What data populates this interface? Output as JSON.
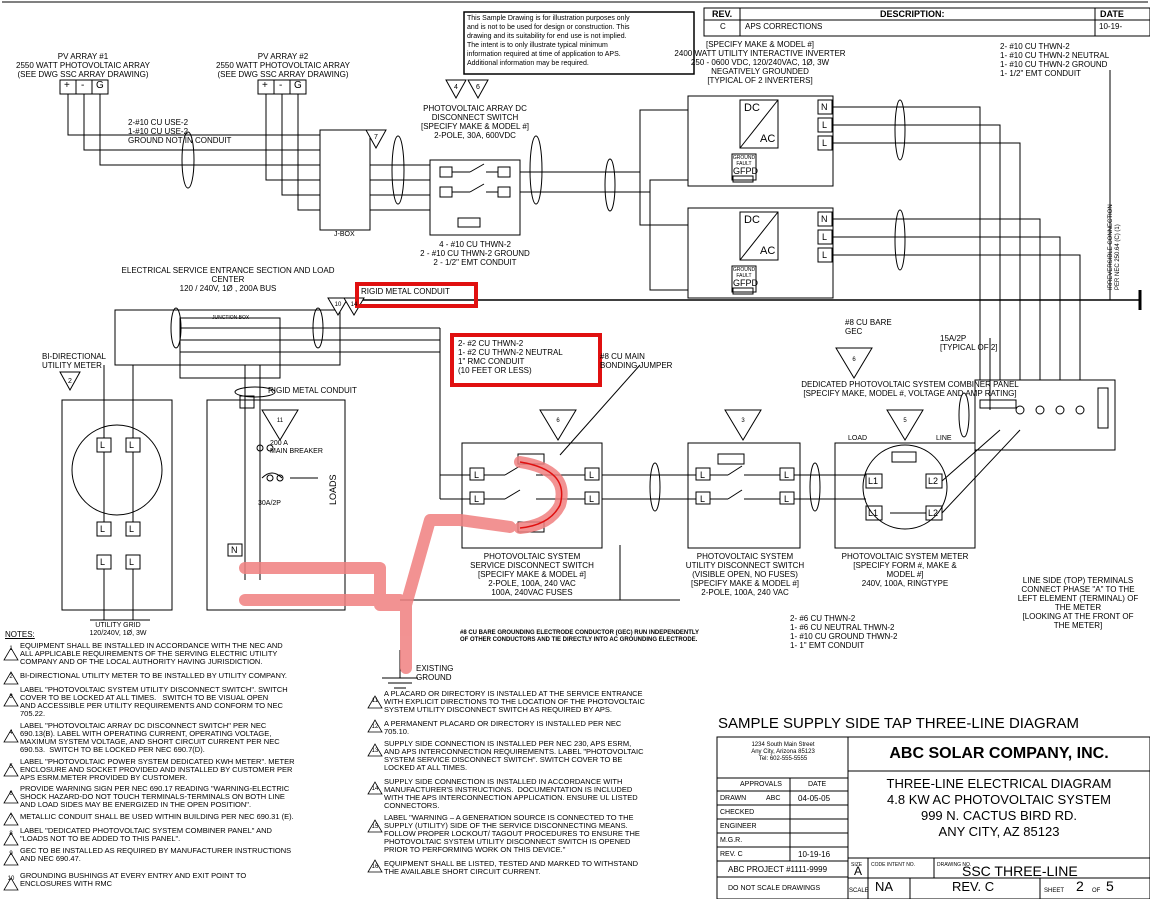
{
  "disclaimer": "This Sample Drawing is for illustration purposes only\nand is not to be used for design or construction. This\ndrawing and its suitability for end use is not implied.\nThe intent is to only illustrate typical minimum\ninformation required at time of application to APS.\nAdditional information may be required.",
  "revisions": {
    "headers": [
      "REV.",
      "DESCRIPTION:",
      "DATE"
    ],
    "rows": [
      {
        "rev": "C",
        "desc": "APS CORRECTIONS",
        "date": "10-19-"
      }
    ]
  },
  "pv_array_1": "PV ARRAY #1\n2550 WATT PHOTOVOLTAIC ARRAY\n(SEE DWG SSC ARRAY DRAWING)",
  "pv_array_2": "PV ARRAY #2\n2550 WATT PHOTOVOLTAIC ARRAY\n(SEE DWG SSC ARRAY DRAWING)",
  "terminals": {
    "plus": "+",
    "minus": "-",
    "ground": "G",
    "l": "L",
    "n": "N",
    "l1": "L1",
    "l2": "L2"
  },
  "use2_wiring": "2-#10 CU USE-2\n1-#10 CU USE-2\nGROUND NOT IN CONDUIT",
  "dc_disconnect": "PHOTOVOLTAIC ARRAY DC\nDISCONNECT SWITCH\n[SPECIFY MAKE & MODEL #]\n2-POLE, 30A, 600VDC",
  "inverter_spec": "[SPECIFY MAKE & MODEL #]\n2400 WATT UTILITY INTERACTIVE INVERTER\n250 - 0600 VDC, 120/240VAC, 1Ø, 3W\nNEGATIVELY GROUNDED\n[TYPICAL OF 2 INVERTERS]",
  "inverter_wiring": "2- #10 CU THWN-2\n1- #10 CU THWN-2 NEUTRAL\n1- #10 CU THWN-2 GROUND\n1- 1/2\" EMT CONDUIT",
  "inverter_box": {
    "dc": "DC",
    "ac": "AC",
    "ground_fault": "GROUND\nFAULT",
    "gfpd": "GFPD"
  },
  "irreversible": "IRREVERSIBLE CONNECTION\nPER NEC 250.64 (C) (1)",
  "jbox": "J-BOX",
  "thwn_wiring": "4 - #10 CU THWN-2\n2 - #10 CU THWN-2 GROUND\n2 - 1/2\" EMT CONDUIT",
  "service_entrance": "ELECTRICAL SERVICE ENTRANCE SECTION AND LOAD\nCENTER\n120 / 240V, 1Ø , 200A BUS",
  "rigid_metal_conduit": "RIGID METAL CONDUIT",
  "junction_box": "JUNCTION BOX",
  "rmc_wiring": "2- #2 CU THWN-2\n1- #2 CU THWN-2 NEUTRAL\n1\" RMC CONDUIT\n(10 FEET OR LESS)",
  "main_bonding": "#8 CU MAIN\nBONDING JUMPER",
  "gec_bare": "#8 CU BARE\nGEC",
  "breaker_15a": "15A/2P\n[TYPICAL OF 2]",
  "bidirectional_meter": "BI-DIRECTIONAL\nUTILITY METER",
  "main_breaker": "200 A\nMAIN BREAKER",
  "breaker_30a": "30A/2P",
  "loads": "LOADS",
  "combiner": "DEDICATED PHOTOVOLTAIC SYSTEM COMBINER PANEL\n[SPECIFY MAKE, MODEL #, VOLTAGE AND AMP RATING]",
  "load_label": "LOAD",
  "line_label": "LINE",
  "service_disconnect": "PHOTOVOLTAIC SYSTEM\nSERVICE DISCONNECT SWITCH\n[SPECIFY MAKE & MODEL #]\n2-POLE, 100A, 240 VAC\n100A, 240VAC FUSES",
  "utility_disconnect": "PHOTOVOLTAIC SYSTEM\nUTILITY DISCONNECT SWITCH\n(VISIBLE OPEN, NO FUSES)\n[SPECIFY MAKE & MODEL #]\n2-POLE, 100A, 240 VAC",
  "pv_meter": "PHOTOVOLTAIC SYSTEM METER\n[SPECIFY FORM #, MAKE &\nMODEL #]\n240V, 100A, RINGTYPE",
  "line_side": "LINE SIDE (TOP) TERMINALS\nCONNECT PHASE \"A\" TO THE\nLEFT ELEMENT (TERMINAL) OF\nTHE METER\n[LOOKING AT THE FRONT OF\nTHE METER]",
  "utility_grid": "UTILITY GRID\n120/240V, 1Ø, 3W",
  "gec_note": "#8 CU BARE GROUNDING ELECTRODE CONDUCTOR (GEC) RUN INDEPENDENTLY\nOF OTHER CONDUCTORS AND TIE DIRECTLY INTO AC GROUNDING ELECTRODE.",
  "neutral_wiring": "2- #6 CU THWN-2\n1- #6 CU NEUTRAL THWN-2\n1- #10 CU GROUND THWN-2\n1- 1\" EMT CONDUIT",
  "existing_ground": "EXISTING\nGROUND",
  "notes_title": "NOTES:",
  "flags": [
    "1",
    "2",
    "3",
    "4",
    "5",
    "6",
    "7",
    "8",
    "9",
    "10",
    "11",
    "12",
    "13",
    "14",
    "15",
    "16"
  ],
  "notes_left": [
    {
      "n": "1",
      "text": "EQUIPMENT SHALL BE INSTALLED IN ACCORDANCE WITH THE NEC AND\nALL APPLICABLE REQUIREMENTS OF THE SERVING ELECTRIC UTILITY\nCOMPANY AND OF THE LOCAL AUTHORITY HAVING JURISDICTION."
    },
    {
      "n": "2",
      "text": "BI-DIRECTIONAL UTILITY METER TO BE INSTALLED BY UTILITY COMPANY."
    },
    {
      "n": "3",
      "text": "LABEL \"PHOTOVOLTAIC SYSTEM UTILITY DISCONNECT SWITCH\". SWITCH\nCOVER TO BE LOCKED AT ALL TIMES.   SWITCH TO BE VISUAL OPEN\nAND ACCESSIBLE PER UTILITY REQUIREMENTS AND CONFORM TO NEC\n705.22."
    },
    {
      "n": "4",
      "text": "LABEL \"PHOTOVOLTAIC ARRAY DC DISCONNECT SWITCH\" PER NEC\n690.13(B). LABEL WITH OPERATING CURRENT, OPERATING VOLTAGE,\nMAXIMUM SYSTEM VOLTAGE, AND SHORT CIRCUIT CURRENT PER NEC\n690.53.  SWITCH TO BE LOCKED PER NEC 690.7(D)."
    },
    {
      "n": "5",
      "text": "LABEL \"PHOTOVOLTAIC POWER SYSTEM DEDICATED KWH METER\". METER\nENCLOSURE AND SOCKET PROVIDED AND INSTALLED BY CUSTOMER PER\nAPS ESRM.METER PROVIDED BY CUSTOMER."
    },
    {
      "n": "6",
      "text": "PROVIDE WARNING SIGN PER NEC 690.17 READING \"WARNING-ELECTRIC\nSHOCK HAZARD-DO NOT TOUCH TERMINALS-TERMINALS ON BOTH LINE\nAND LOAD SIDES MAY BE ENERGIZED IN THE OPEN POSITION\"."
    },
    {
      "n": "7",
      "text": "METALLIC CONDUIT SHALL BE USED WITHIN BUILDING PER NEC 690.31 (E)."
    },
    {
      "n": "8",
      "text": "LABEL \"DEDICATED PHOTOVOLTAIC SYSTEM COMBINER PANEL\" AND\n\"LOADS NOT TO BE ADDED TO THIS PANEL\"."
    },
    {
      "n": "9",
      "text": "GEC TO BE INSTALLED AS REQUIRED BY MANUFACTURER INSTRUCTIONS\nAND NEC 690.47."
    },
    {
      "n": "10",
      "text": "GROUNDING BUSHINGS AT EVERY ENTRY AND EXIT POINT TO\nENCLOSURES WITH RMC"
    }
  ],
  "notes_right": [
    {
      "n": "11",
      "text": "A PLACARD OR DIRECTORY IS INSTALLED AT THE SERVICE ENTRANCE\nWITH EXPLICIT DIRECTIONS TO THE LOCATION OF THE PHOTOVOLTAIC\nSYSTEM UTILITY DISCONNECT SWITCH AS REQUIRED BY APS."
    },
    {
      "n": "12",
      "text": "A PERMANENT PLACARD OR DIRECTORY IS INSTALLED PER NEC\n705.10."
    },
    {
      "n": "13",
      "text": "SUPPLY SIDE CONNECTION IS INSTALLED PER NEC 230, APS ESRM,\nAND APS INTERCONNECTION REQUIREMENTS. LABEL \"PHOTOVOLTAIC\nSYSTEM SERVICE DISCONNECT SWITCH\". SWITCH COVER TO BE\nLOCKED AT ALL TIMES."
    },
    {
      "n": "14",
      "text": "SUPPLY SIDE CONNECTION IS INSTALLED IN ACCORDANCE WITH\nMANUFACTURER'S INSTRUCTIONS.  DOCUMENTATION IS INCLUDED\nWITH THE APS INTERCONNECTION APPLICATION. ENSURE UL LISTED\nCONNECTORS."
    },
    {
      "n": "15",
      "text": "LABEL \"WARNING – A GENERATION SOURCE IS CONNECTED TO THE\nSUPPLY (UTILITY) SIDE OF THE SERVICE DISCONNECTING MEANS.\nFOLLOW PROPER LOCKOUT/ TAGOUT PROCEDURES TO ENSURE THE\nPHOTOVOLTAIC SYSTEM UTILITY DISCONNECT SWITCH IS OPENED\nPRIOR TO PERFORMING WORK ON THIS DEVICE.\""
    },
    {
      "n": "16",
      "text": "EQUIPMENT SHALL BE LISTED, TESTED AND MARKED TO WITHSTAND\nTHE AVAILABLE SHORT CIRCUIT CURRENT."
    }
  ],
  "diagram_title": "SAMPLE SUPPLY SIDE TAP THREE-LINE DIAGRAM",
  "title_block": {
    "address": "1234 South Main Street\nAny City, Arizona 85123\nTel: 602-555-5555",
    "company": "ABC SOLAR COMPANY, INC.",
    "approvals": "APPROVALS",
    "date_h": "DATE",
    "drawn": "DRAWN",
    "drawn_by": "ABC",
    "drawn_date": "04-05-05",
    "checked": "CHECKED",
    "engineer": "ENGINEER",
    "mgr": "M.G.R.",
    "rev_c": "REV. C",
    "rev_date": "10-19-16",
    "project": "ABC PROJECT #1111-9999",
    "do_not_scale": "DO NOT SCALE DRAWINGS",
    "desc": "THREE-LINE ELECTRICAL DIAGRAM\n4.8 KW AC PHOTOVOLTAIC SYSTEM\n999 N. CACTUS BIRD RD.\nANY CITY, AZ 85123",
    "size_h": "SIZE",
    "size": "A",
    "code_intent": "CODE INTENT NO.",
    "drawing_no_h": "DRAWING NO.",
    "drawing_no": "SSC THREE-LINE",
    "scale_h": "SCALE",
    "scale": "NA",
    "rev": "REV. C",
    "sheet_h": "SHEET",
    "sheet": "2",
    "of": "OF",
    "sheets": "5"
  },
  "colors": {
    "highlight": "#e01010",
    "highlight_fill": "#f08080",
    "line": "#000000"
  }
}
